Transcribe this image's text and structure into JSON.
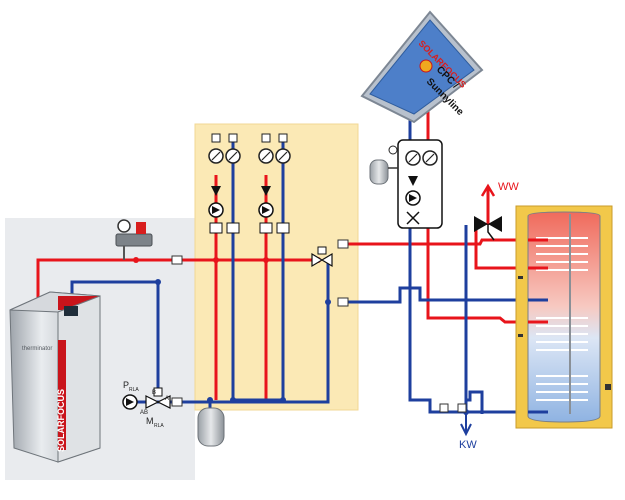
{
  "labels": {
    "ww": "WW",
    "kw": "KW",
    "collector_brand": "SOLARFOCUS",
    "collector_model_line1": "CPC /",
    "collector_model_line2": "Sunnyline",
    "boiler_brand": "SOLARFOCUS",
    "boiler_model": "therminator",
    "p_label": "P",
    "p_sub": "RLA",
    "ab_label": "AB",
    "b_label": "B",
    "a_label": "A",
    "m_label": "M",
    "m_sub": "RLA"
  },
  "colors": {
    "hot_pipe": "#e8141b",
    "cold_pipe": "#1e3f9e",
    "mixing_zone": "#fbe9b5",
    "boiler_room_bg": "#e9ebee",
    "tank_insulation": "#f2c84a",
    "collector_frame": "#9aa3b2",
    "collector_glass": "#4d7fc9"
  },
  "icons": [
    "pump-icon",
    "thermometer-icon",
    "pressure-gauge-icon",
    "check-valve-icon",
    "expansion-vessel-icon",
    "mixing-valve-icon",
    "safety-valve-icon"
  ]
}
